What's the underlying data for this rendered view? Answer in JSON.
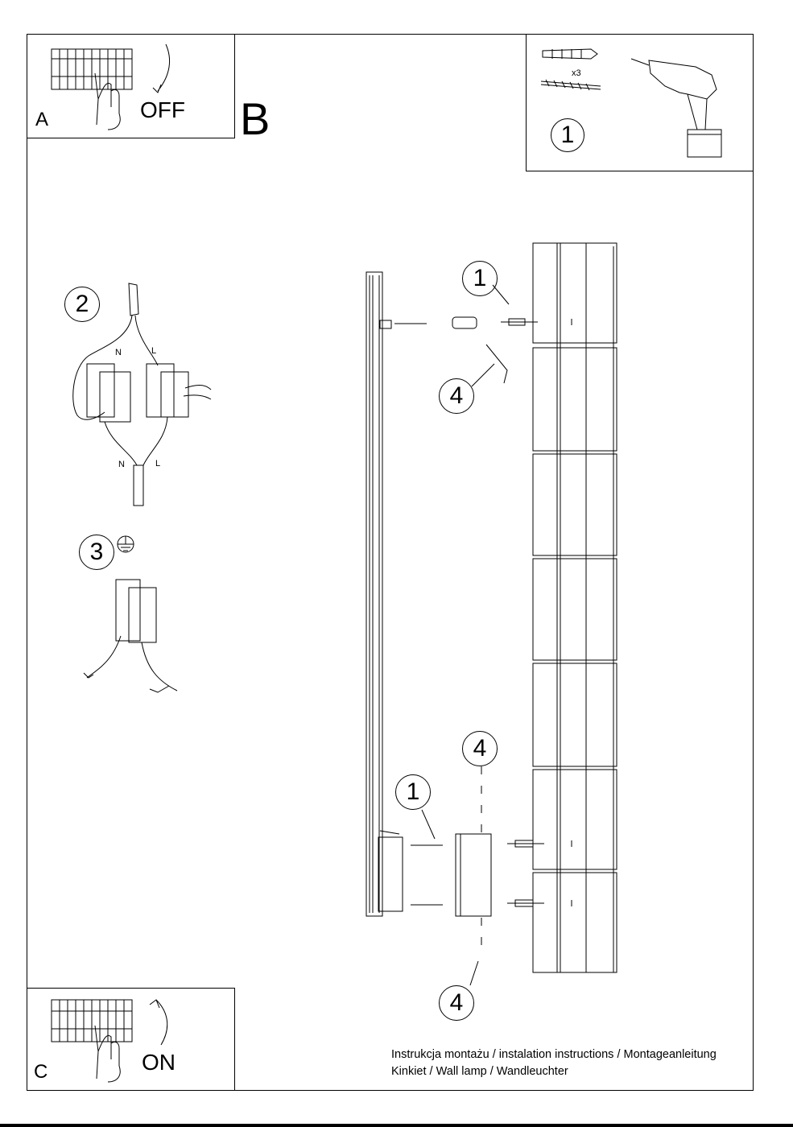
{
  "panel_a": {
    "letter": "A",
    "state": "OFF"
  },
  "panel_b": {
    "letter": "B"
  },
  "panel_c": {
    "letter": "C",
    "state": "ON"
  },
  "tools": {
    "quantity": "x3",
    "step": "1"
  },
  "steps": {
    "wiring": "2",
    "ground": "3",
    "screw_top": "1",
    "hook_top": "4",
    "screw_bottom": "1",
    "bracket_top": "4",
    "bracket_bottom": "4"
  },
  "wire_labels": {
    "neutral": "N",
    "live": "L"
  },
  "caption": {
    "line1": "Instrukcja montażu / instalation instructions / Montageanleitung",
    "line2": "Kinkiet / Wall lamp / Wandleuchter"
  }
}
